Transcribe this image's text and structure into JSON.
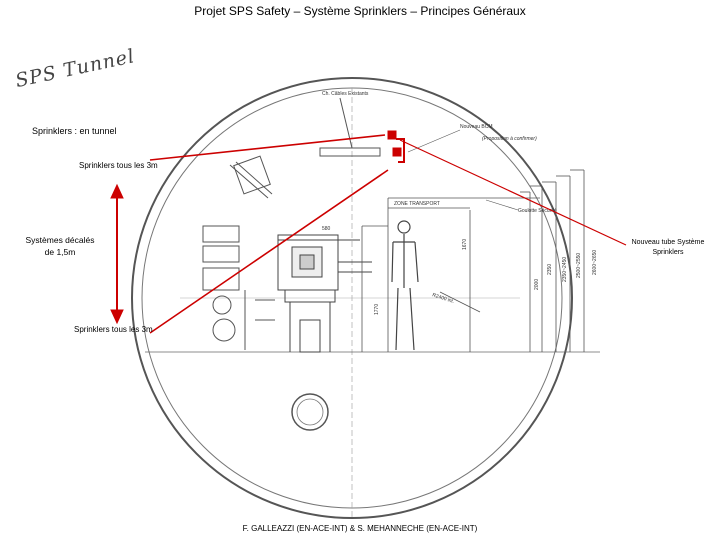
{
  "title": "Projet SPS Safety – Système Sprinklers – Principes Généraux",
  "tunnel_heading": "SPS Tunnel",
  "sprinklers_subtitle": "Sprinklers : en tunnel",
  "labels": {
    "sprinklers_top": "Sprinklers tous les 3m",
    "systems_offset": "Systèmes décalés de 1,5m",
    "sprinklers_bottom": "Sprinklers tous les 3m",
    "new_tube": "Nouveau tube Système Sprinklers"
  },
  "drawing_annotations": {
    "cable_channel": "Ch. Câbles Existants",
    "new_level": "Nouveau BCM",
    "proposal": "(Proposition à confirmer)",
    "safety_gutter": "Goulotte Sécurité",
    "transport_zone": "ZONE TRANSPORT",
    "dim_580": "580",
    "dim_1670": "1670",
    "dim_1770": "1770",
    "dim_2000": "2000",
    "dim_2350": "2350",
    "dim_2350_2450": "2350~2450",
    "dim_2500_2550": "2500~2550",
    "dim_2600_2650": "2600~2650",
    "radius": "R2400 int."
  },
  "footer": "F. GALLEAZZI (EN-ACE-INT) & S. MEHANNECHE (EN-ACE-INT)",
  "colors": {
    "accent": "#cc0000",
    "line": "#555555"
  }
}
